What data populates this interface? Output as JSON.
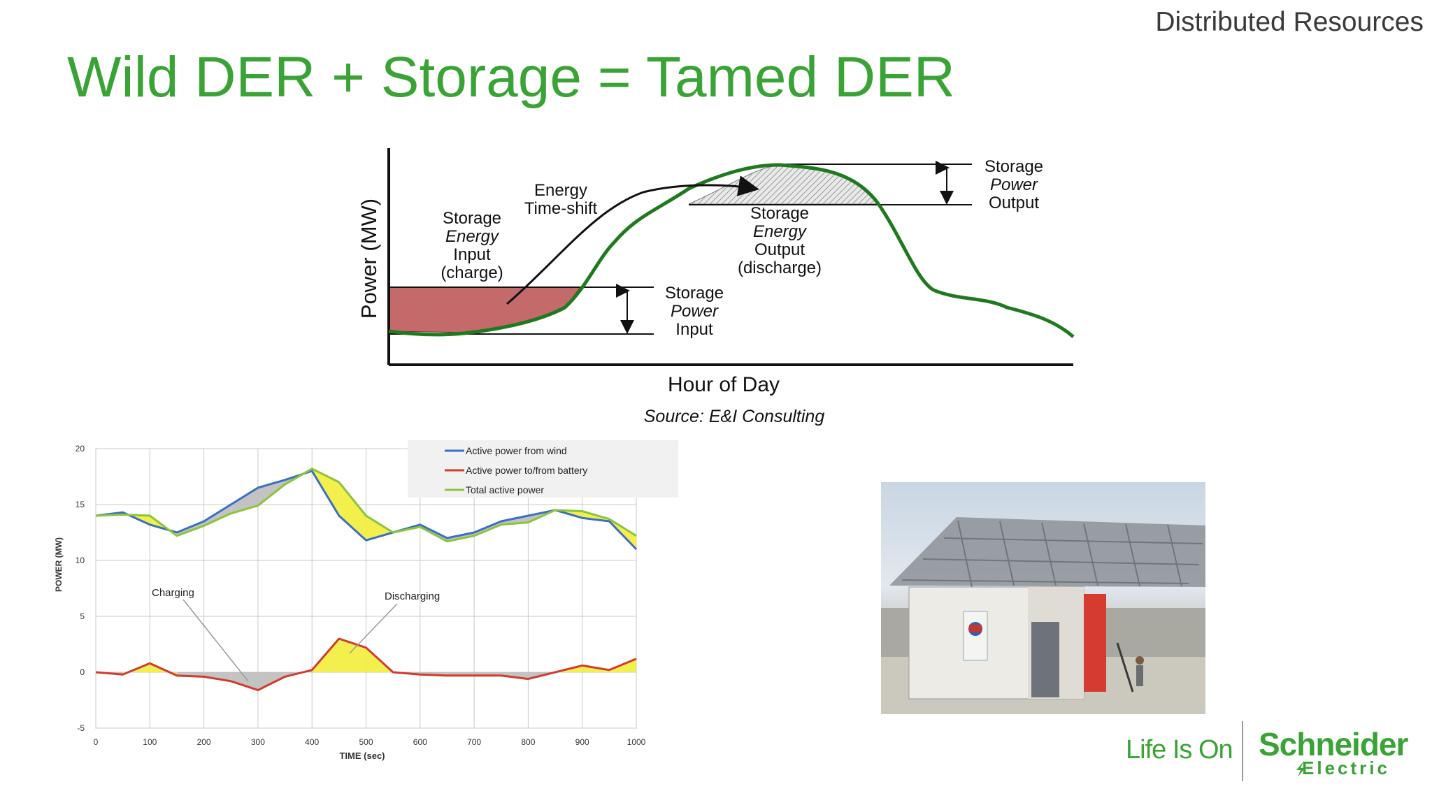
{
  "header": {
    "section": "Distributed Resources"
  },
  "slide": {
    "title": "Wild DER + Storage = Tamed DER"
  },
  "diagram": {
    "ylabel": "Power (MW)",
    "xlabel": "Hour of Day",
    "source": "Source: E&I Consulting",
    "labels": {
      "energy_input": [
        "Storage",
        "Energy",
        "Input",
        "(charge)"
      ],
      "time_shift": [
        "Energy",
        "Time-shift"
      ],
      "power_input": [
        "Storage",
        "Power",
        "Input"
      ],
      "energy_output": [
        "Storage",
        "Energy",
        "Output",
        "(discharge)"
      ],
      "power_output": [
        "Storage",
        "Power",
        "Output"
      ]
    },
    "colors": {
      "curve": "#1f7a1f",
      "charge_fill": "#c46a6a",
      "discharge_fill": "#cfcfcf"
    }
  },
  "chart_data": {
    "type": "line",
    "x": [
      0,
      50,
      100,
      150,
      200,
      250,
      300,
      350,
      400,
      450,
      500,
      550,
      600,
      650,
      700,
      750,
      800,
      850,
      900,
      950,
      1000
    ],
    "xlim": [
      0,
      1000
    ],
    "ylim": [
      -5,
      20
    ],
    "xticks": [
      0,
      100,
      200,
      300,
      400,
      500,
      600,
      700,
      800,
      900,
      1000
    ],
    "yticks": [
      -5,
      0,
      5,
      10,
      15,
      20
    ],
    "xlabel": "TIME (sec)",
    "ylabel": "POWER (MW)",
    "legend_position": "top-right",
    "grid": true,
    "series": [
      {
        "name": "Active power from wind",
        "color": "#3a6fc4",
        "values": [
          14.0,
          14.3,
          13.2,
          12.5,
          13.5,
          15.0,
          16.5,
          17.2,
          18.0,
          14.0,
          11.8,
          12.5,
          13.2,
          12.0,
          12.5,
          13.5,
          14.0,
          14.5,
          13.8,
          13.5,
          11.0
        ]
      },
      {
        "name": "Active power to/from battery",
        "color": "#d23b2e",
        "values": [
          0.0,
          -0.2,
          0.8,
          -0.3,
          -0.4,
          -0.8,
          -1.6,
          -0.4,
          0.2,
          3.0,
          2.2,
          0.0,
          -0.2,
          -0.3,
          -0.3,
          -0.3,
          -0.6,
          0.0,
          0.6,
          0.2,
          1.2
        ]
      },
      {
        "name": "Total active power",
        "color": "#8cc43c",
        "values": [
          14.0,
          14.1,
          14.0,
          12.2,
          13.1,
          14.2,
          14.9,
          16.8,
          18.2,
          17.0,
          14.0,
          12.5,
          13.0,
          11.7,
          12.2,
          13.2,
          13.4,
          14.5,
          14.4,
          13.7,
          12.2
        ]
      }
    ],
    "annotations": [
      "Charging",
      "Discharging"
    ]
  },
  "logo": {
    "tagline_a": "Life Is ",
    "tagline_b": "On",
    "brand": "Schneider",
    "brand_sub": "Electric"
  }
}
